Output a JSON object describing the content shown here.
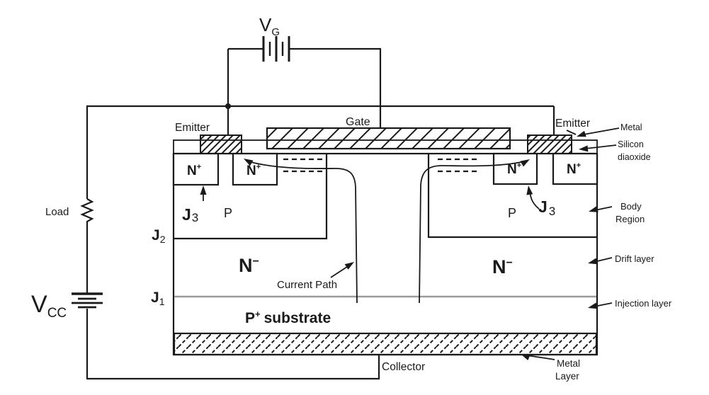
{
  "diagram": {
    "description": "IGBT cross-section structure with gate drive and collector circuit",
    "colors": {
      "line": "#1a1a1a",
      "junction_line": "#9a9a9a",
      "background": "#ffffff"
    }
  },
  "circuit": {
    "gate_source_v": "V",
    "gate_source_sub": "G",
    "collector_source_v": "V",
    "collector_source_sub": "CC",
    "load": "Load",
    "collector": "Collector"
  },
  "electrodes": {
    "gate": "Gate",
    "emitter_left": "Emitter",
    "emitter_right": "Emitter"
  },
  "junctions": {
    "j": "J",
    "j1_sub": "1",
    "j2_sub": "2",
    "j3_sub": "3"
  },
  "regions": {
    "n_plus_base": "N",
    "n_plus_sup": "+",
    "n_minus_base": "N",
    "n_minus_sup": "−",
    "p_left": "P",
    "p_right": "P",
    "substrate_base": "P",
    "substrate_sup": "+",
    "substrate_text": "substrate"
  },
  "annotations": {
    "metal": "Metal",
    "silicon_dioxide_line1": "Silicon",
    "silicon_dioxide_line2": "diaoxide",
    "body_region_line1": "Body",
    "body_region_line2": "Region",
    "drift_layer": "Drift layer",
    "injection_layer": "Injection layer",
    "metal_layer_line1": "Metal",
    "metal_layer_line2": "Layer",
    "current_path": "Current Path"
  }
}
